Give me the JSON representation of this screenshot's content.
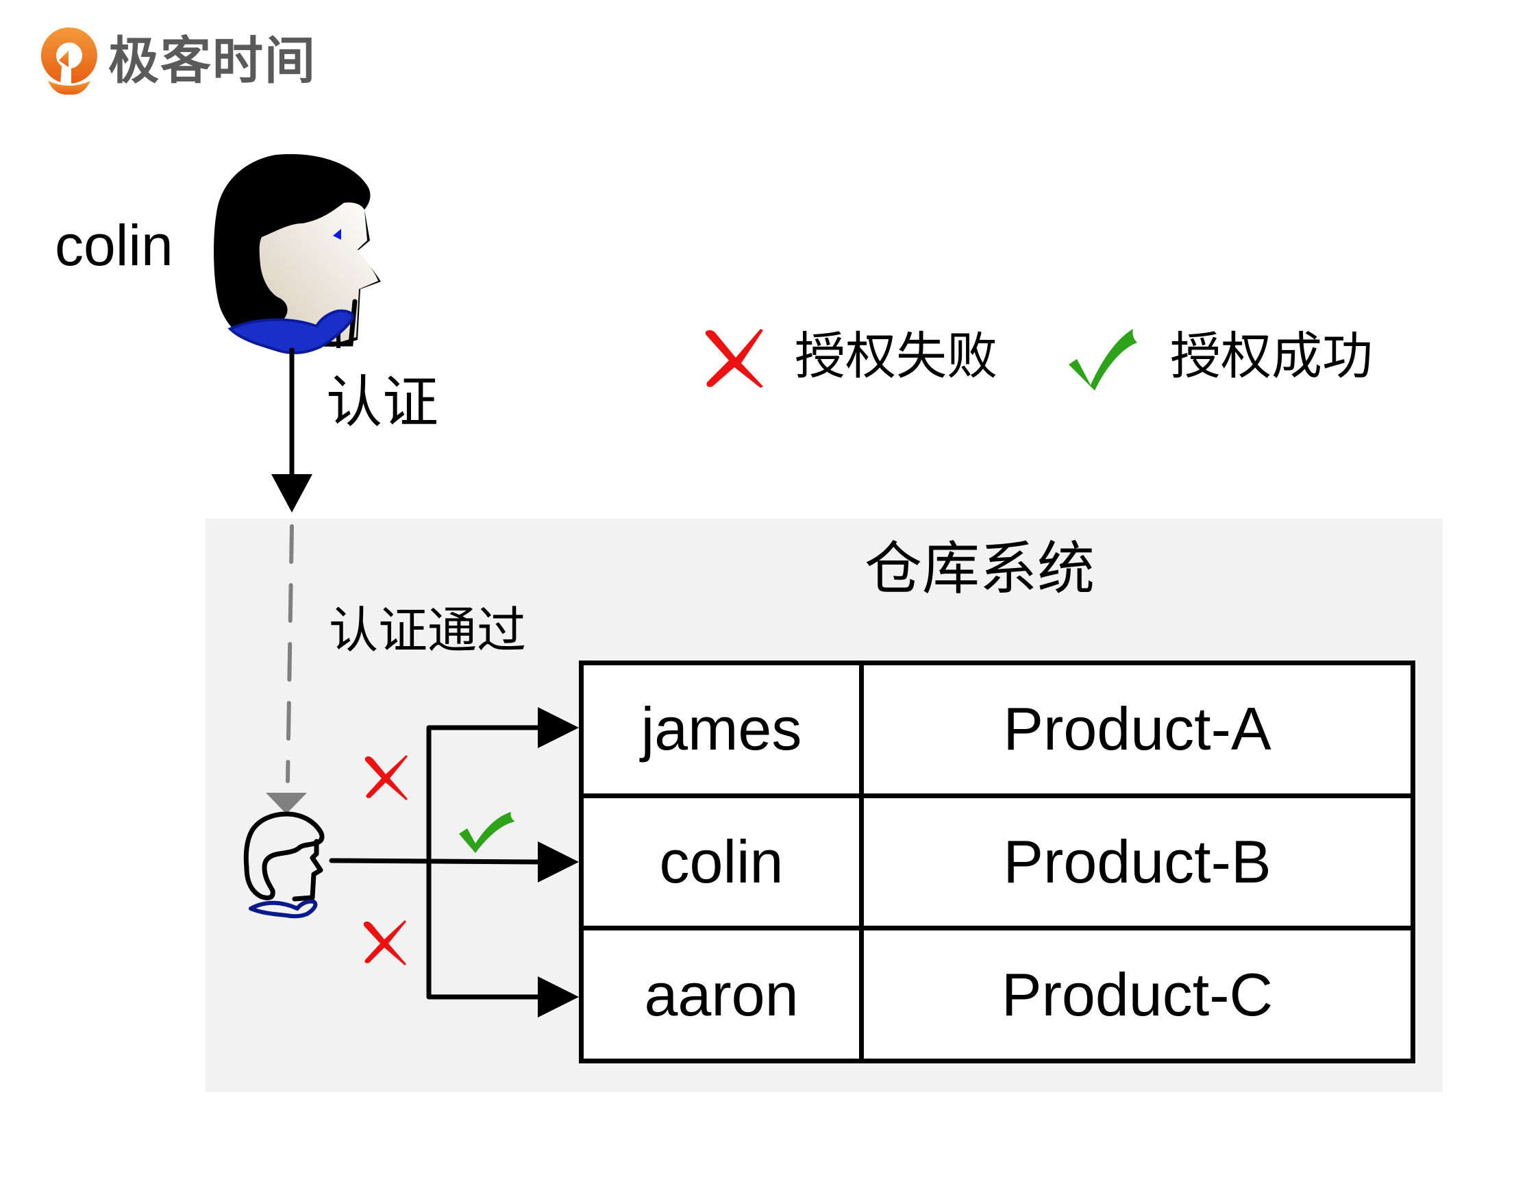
{
  "brand": {
    "name": "极客时间",
    "logo_icon": "geektime-logo-icon",
    "logo_color": "#ee6b1c",
    "text_color": "#5a5a5a"
  },
  "diagram": {
    "user": {
      "label": "colin",
      "icon": "person-head-icon"
    },
    "authentication": {
      "label": "认证",
      "passed_label": "认证通过"
    },
    "legend": {
      "fail": {
        "icon": "red-cross-icon",
        "label": "授权失败",
        "color": "#ee1111"
      },
      "success": {
        "icon": "green-check-icon",
        "label": "授权成功",
        "color": "#2ca318"
      }
    },
    "system": {
      "title": "仓库系统",
      "background": "#f2f2f2",
      "resources": [
        {
          "user": "james",
          "product": "Product-A",
          "authorized": false
        },
        {
          "user": "colin",
          "product": "Product-B",
          "authorized": true
        },
        {
          "user": "aaron",
          "product": "Product-C",
          "authorized": false
        }
      ]
    }
  }
}
